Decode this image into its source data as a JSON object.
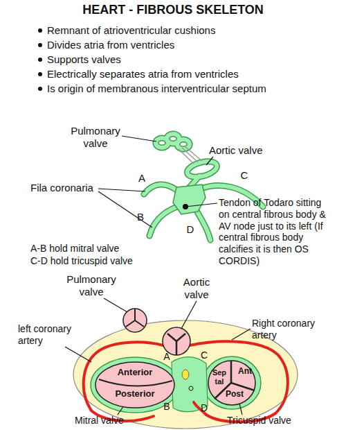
{
  "diagram": {
    "title": "HEART - FIBROUS SKELETON",
    "nodes": [
      {
        "text": [
          "Anterior",
          "Posterior"
        ]
      },
      {
        "text": [
          "Sep tal",
          "Ant",
          "Post"
        ]
      }
    ],
    "labels": [
      "Remnant of atrioventricular cushions",
      "Divides atria from ventricles",
      "Supports valves",
      "Electrically separates atria from ventricles",
      "Is origin of membranous interventricular septum",
      "Pulmonary valve",
      "Aortic valve",
      "Fila coronaria",
      "A",
      "B",
      "C",
      "D",
      "Tendon of Todaro sitting on central fibrous body & AV node just to its left (If central fibrous body calcifies it is then OS CORDIS)",
      "A-B hold mitral valve",
      "C-D hold tricuspid valve",
      "Pulmonary valve",
      "Aortic valve",
      "left coronary artery",
      "Right coronary artery",
      "A",
      "C",
      "B",
      "D",
      "Mitral valve",
      "Tricuspid valve"
    ]
  }
}
